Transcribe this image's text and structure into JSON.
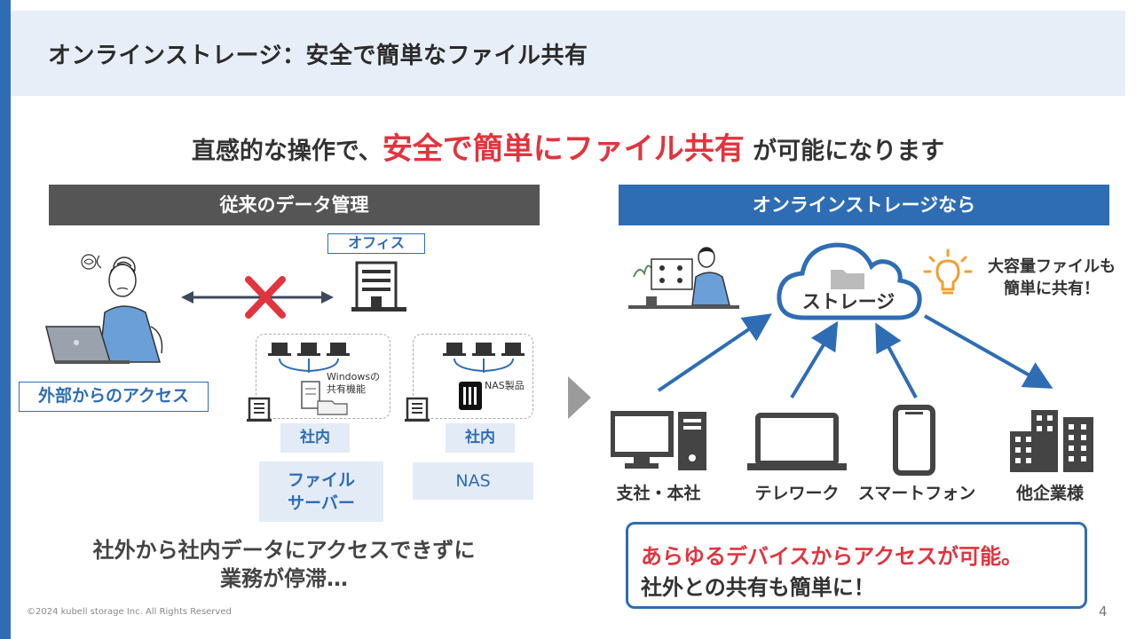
{
  "header": {
    "title": "オンラインストレージ：安全で簡単なファイル共有"
  },
  "headline": {
    "prefix": "直感的な操作で、",
    "highlight": "安全で簡単にファイル共有",
    "suffix": "が可能になります"
  },
  "left": {
    "title": "従来のデータ管理",
    "office_tag": "オフィス",
    "access_tag": "外部からのアクセス",
    "windows_label_1": "Windowsの",
    "windows_label_2": "共有機能",
    "nas_label": "NAS製品",
    "internal_1": "社内",
    "internal_2": "社内",
    "file_server_1": "ファイル",
    "file_server_2": "サーバー",
    "nas": "NAS",
    "caption_1": "社外から社内データにアクセスできずに",
    "caption_2": "業務が停滞…"
  },
  "right": {
    "title": "オンラインストレージなら",
    "storage_label": "ストレージ",
    "bigfile_1": "大容量ファイルも",
    "bigfile_2": "簡単に共有！",
    "devices": [
      "支社・本社",
      "テレワーク",
      "スマートフォン",
      "他企業様"
    ],
    "callout_1": "あらゆるデバイスからアクセスが可能。",
    "callout_2": "社外との共有も簡単に！"
  },
  "footer": {
    "copyright": "©2024 kubell storage Inc. All Rights Reserved",
    "page": "4"
  },
  "colors": {
    "accent": "#2e6db4",
    "highlight": "#e0353f",
    "dark_bar": "#555555",
    "pale": "#e3ebf6"
  }
}
